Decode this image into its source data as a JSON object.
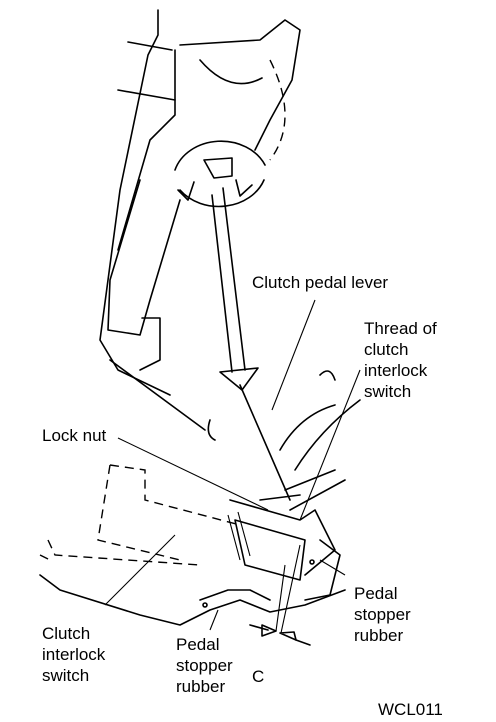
{
  "labels": {
    "clutch_pedal_lever": "Clutch pedal lever",
    "thread_of_switch": "Thread of\nclutch\ninterlock\nswitch",
    "lock_nut": "Lock nut",
    "clutch_interlock_switch": "Clutch\ninterlock\nswitch",
    "pedal_stopper_rubber_center": "Pedal\nstopper\nrubber",
    "pedal_stopper_rubber_right": "Pedal\nstopper\nrubber",
    "clearance_c": "C",
    "figure_code": "WCL011"
  }
}
